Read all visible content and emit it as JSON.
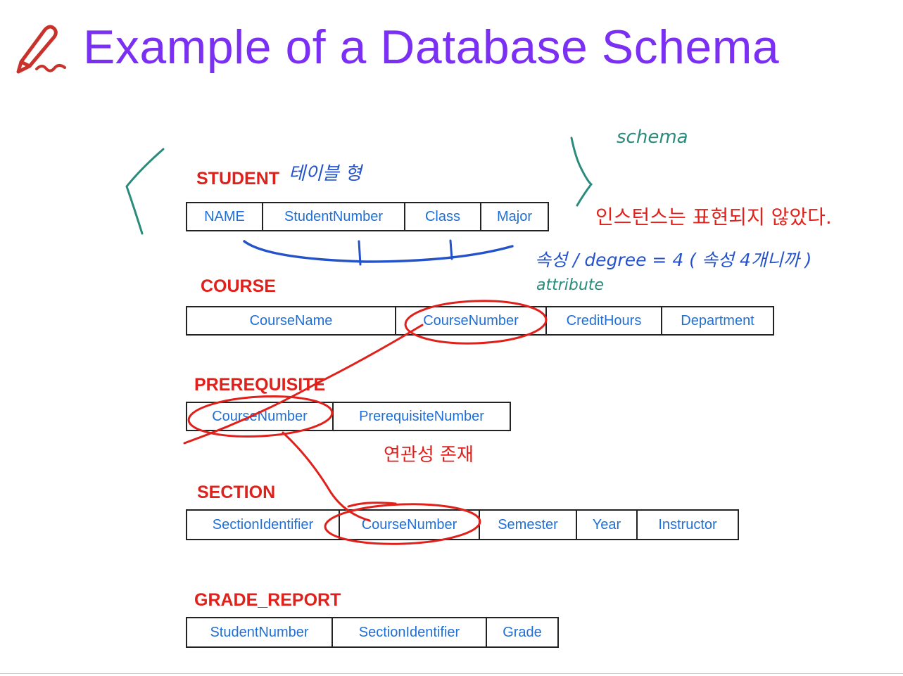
{
  "title": "Example of a Database Schema",
  "icons": {
    "pen": "pen-icon"
  },
  "colors": {
    "title": "#7b2ff2",
    "relation_name": "#e0201b",
    "attribute": "#1f6fd6",
    "annotation_red": "#e0201b",
    "annotation_blue": "#2452c9",
    "annotation_green": "#2a8b7c"
  },
  "relations": [
    {
      "name": "STUDENT",
      "attributes": [
        "NAME",
        "StudentNumber",
        "Class",
        "Major"
      ]
    },
    {
      "name": "COURSE",
      "attributes": [
        "CourseName",
        "CourseNumber",
        "CreditHours",
        "Department"
      ]
    },
    {
      "name": "PREREQUISITE",
      "attributes": [
        "CourseNumber",
        "PrerequisiteNumber"
      ]
    },
    {
      "name": "SECTION",
      "attributes": [
        "SectionIdentifier",
        "CourseNumber",
        "Semester",
        "Year",
        "Instructor"
      ]
    },
    {
      "name": "GRADE_REPORT",
      "attributes": [
        "StudentNumber",
        "SectionIdentifier",
        "Grade"
      ]
    }
  ],
  "annotations": {
    "schema": "schema",
    "relation_type": "테이블 형",
    "instances_not_shown": "인스턴스는 표현되지 않았다.",
    "degree": "속성 / degree = 4 ( 속성 4개니까 )",
    "attribute": "attribute",
    "relationship": "연관성 존재"
  }
}
